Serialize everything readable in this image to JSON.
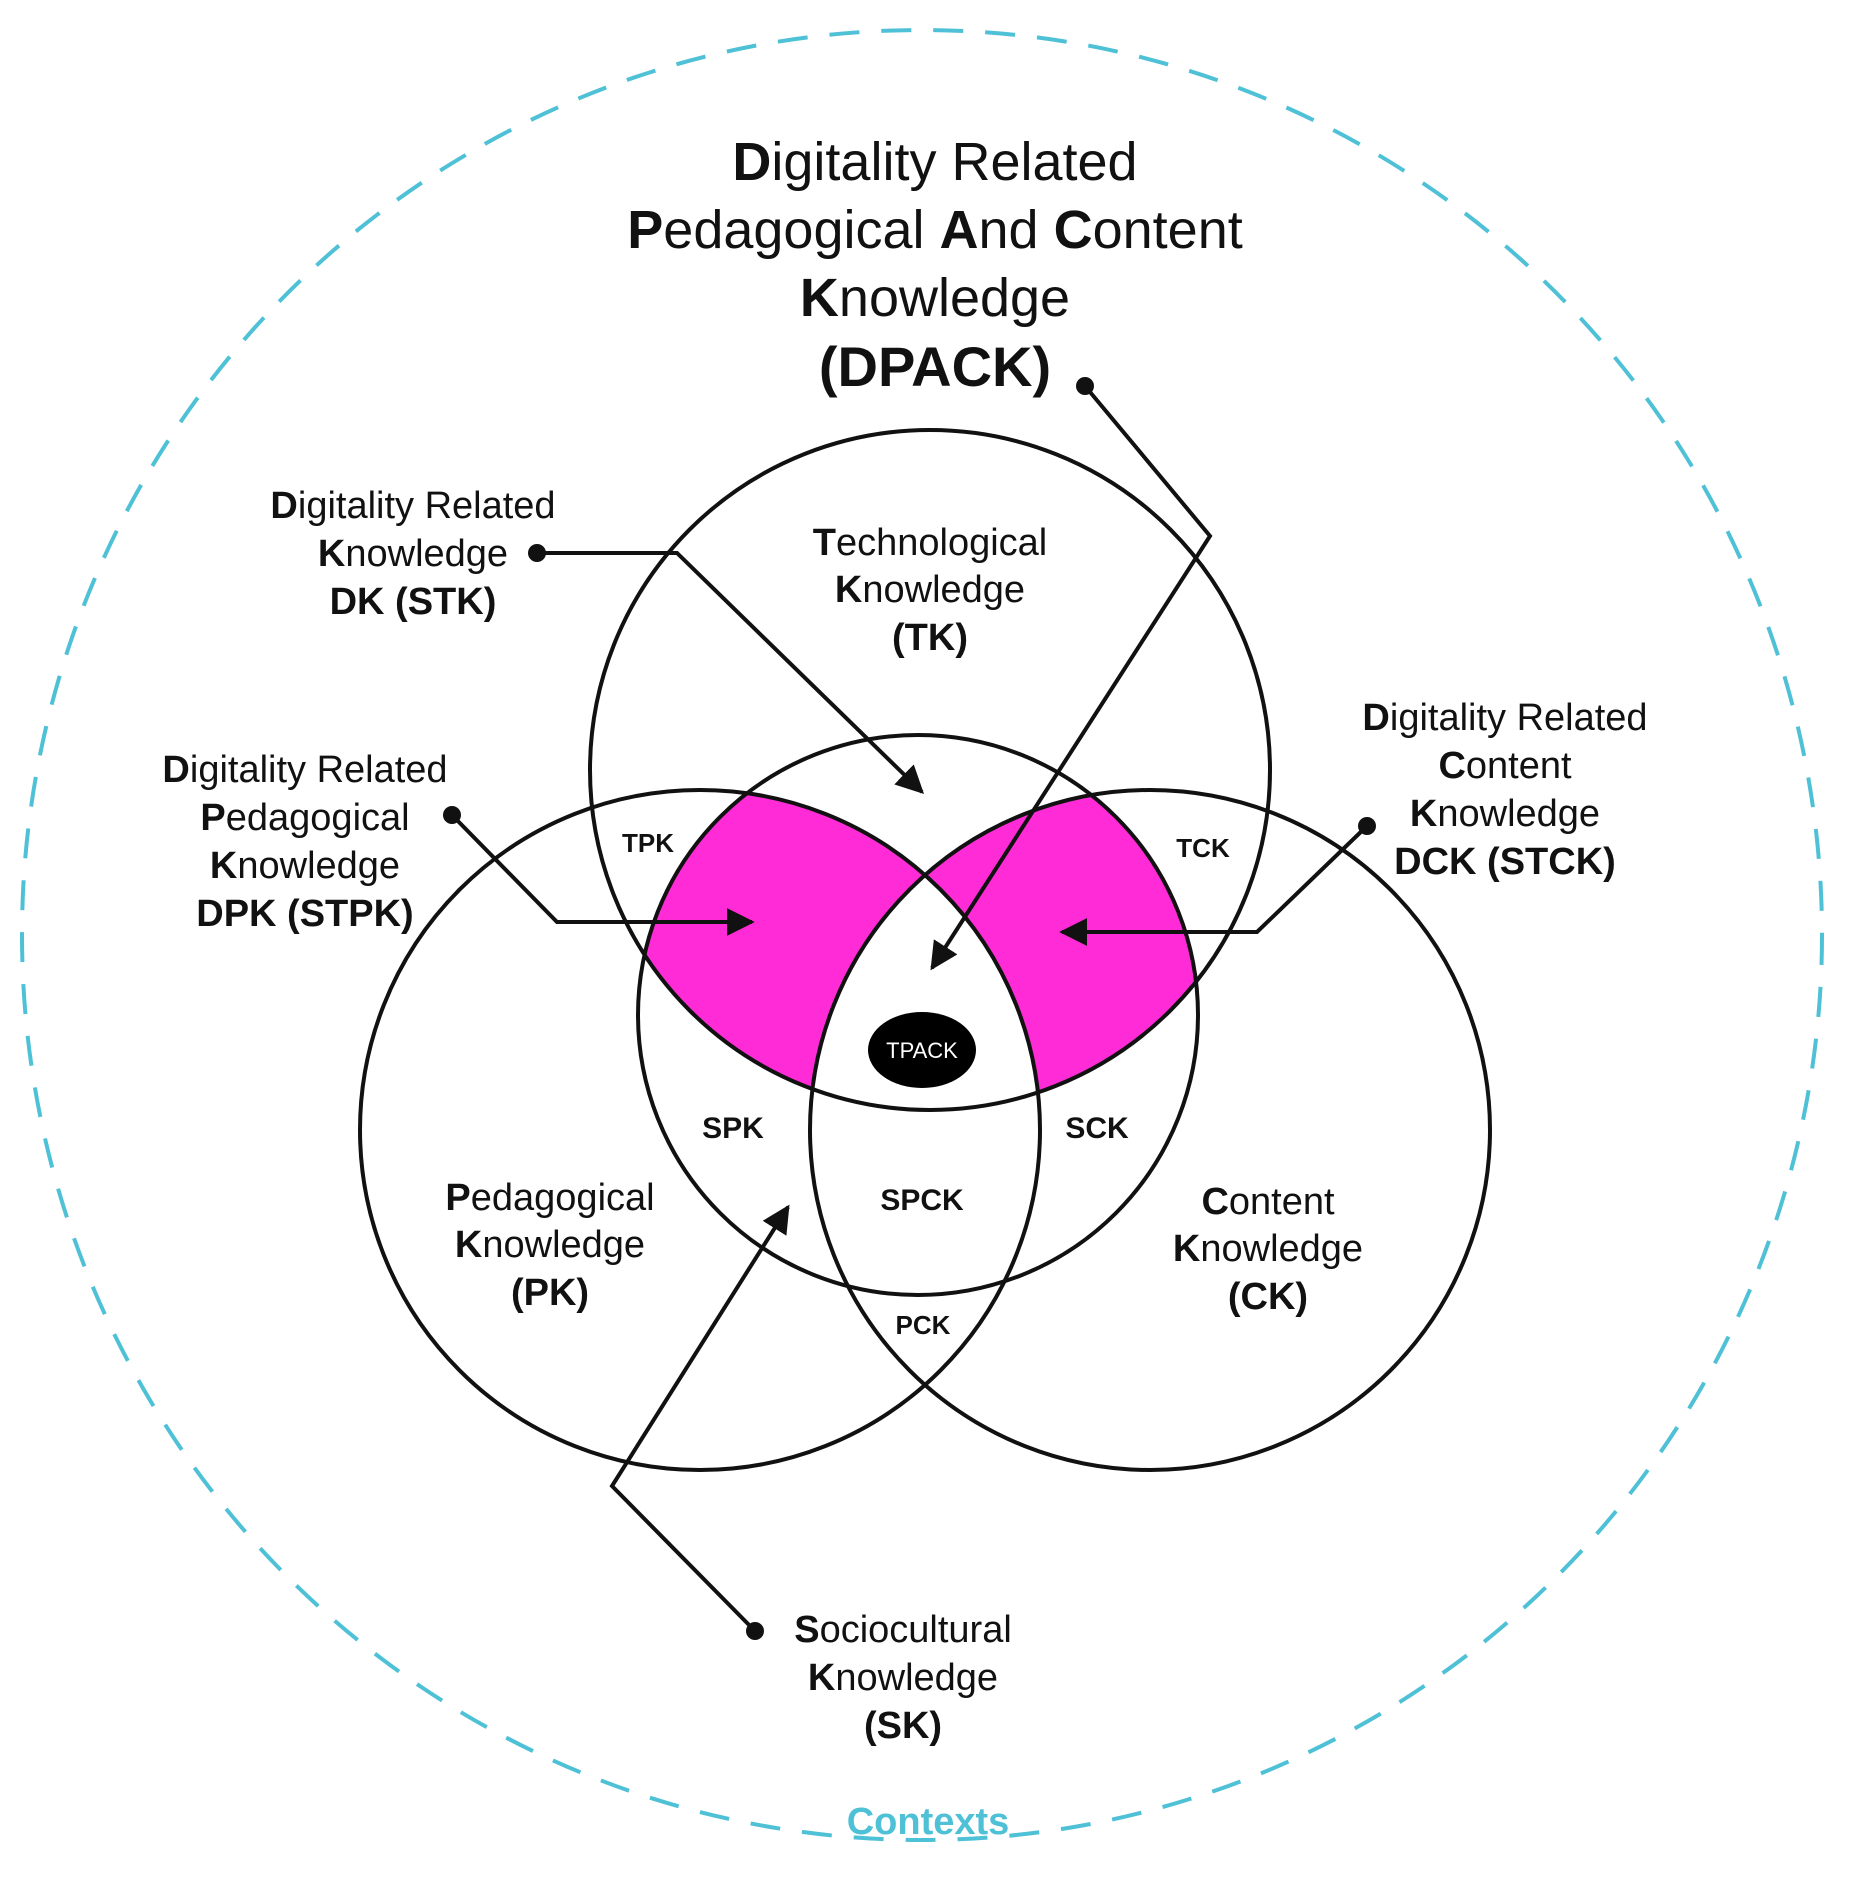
{
  "title": {
    "line1": {
      "initial": "D",
      "rest": "igitality Related"
    },
    "line2": {
      "p1": "P",
      "r1": "edagogical ",
      "p2": "A",
      "r2": "nd ",
      "p3": "C",
      "r3": "ontent"
    },
    "line3": {
      "initial": "K",
      "rest": "nowledge"
    },
    "acronym": "(DPACK)"
  },
  "circles": {
    "tk": {
      "l1_initial": "T",
      "l1_rest": "echnological",
      "l2_initial": "K",
      "l2_rest": "nowledge",
      "acronym": "(TK)"
    },
    "pk": {
      "l1_initial": "P",
      "l1_rest": "edagogical",
      "l2_initial": "K",
      "l2_rest": "nowledge",
      "acronym": "(PK)"
    },
    "ck": {
      "l1_initial": "C",
      "l1_rest": "ontent",
      "l2_initial": "K",
      "l2_rest": "nowledge",
      "acronym": "(CK)"
    }
  },
  "regions": {
    "tpk": "TPK",
    "tck": "TCK",
    "spk": "SPK",
    "sck": "SCK",
    "spck": "SPCK",
    "pck": "PCK",
    "tpack": "TPACK"
  },
  "callouts": {
    "dk": {
      "l1_initial": "D",
      "l1_rest": "igitality Related",
      "l2_initial": "K",
      "l2_rest": "nowledge",
      "acronym": "DK (STK)"
    },
    "dpk": {
      "l1_initial": "D",
      "l1_rest": "igitality Related",
      "l2_initial": "P",
      "l2_rest": "edagogical",
      "l3_initial": "K",
      "l3_rest": "nowledge",
      "acronym": "DPK (STPK)"
    },
    "dck": {
      "l1_initial": "D",
      "l1_rest": "igitality Related",
      "l2_initial": "C",
      "l2_rest": "ontent",
      "l3_initial": "K",
      "l3_rest": "nowledge",
      "acronym": "DCK (STCK)"
    },
    "sk": {
      "l1_initial": "S",
      "l1_rest": "ociocultural",
      "l2_initial": "K",
      "l2_rest": "nowledge",
      "acronym": "(SK)"
    }
  },
  "contexts_label": "Contexts",
  "colors": {
    "context_circle": "#4fc1d6",
    "highlight": "#ff2bd6",
    "lines": "#111111",
    "tpack_fill": "#000000"
  }
}
